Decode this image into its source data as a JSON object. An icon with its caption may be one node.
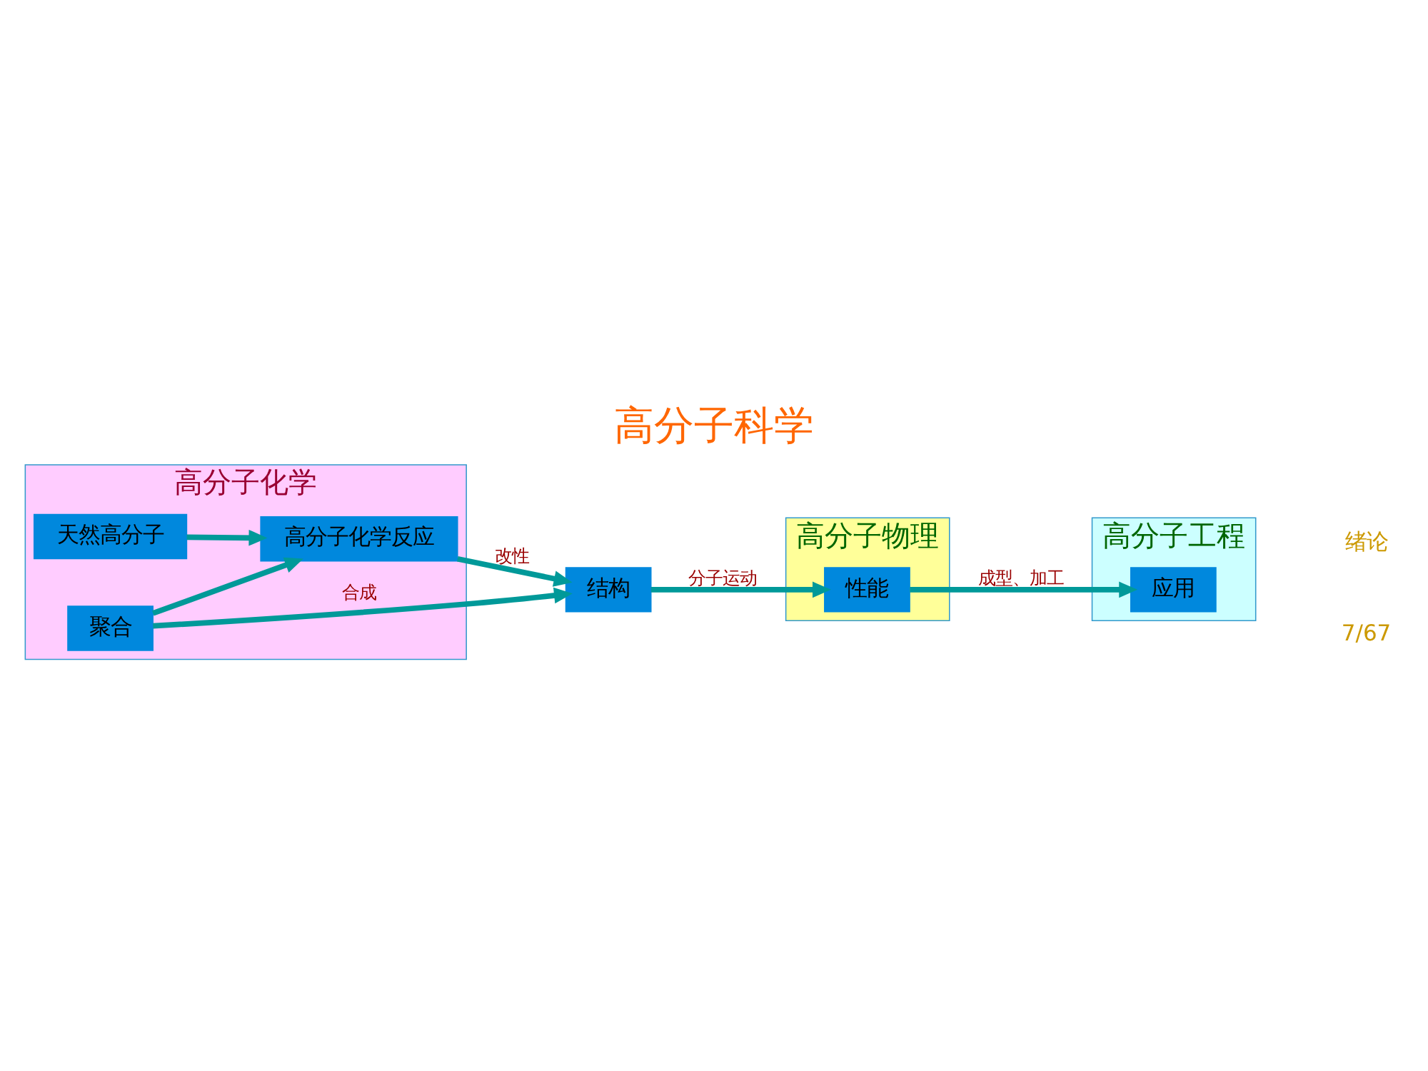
{
  "diagram": {
    "title": "高分子科学",
    "nodes": [
      {
        "text": [
          "高分子化学"
        ]
      },
      {
        "text": [
          "高分子物理"
        ]
      },
      {
        "text": [
          "高分子工程"
        ]
      },
      {
        "text": [
          "聚合"
        ],
        "in": 0
      },
      {
        "text": [
          "结构"
        ]
      },
      {
        "text": [
          "性能"
        ],
        "in": 1
      },
      {
        "text": [
          "高分子化学反应"
        ],
        "in": 0
      },
      {
        "text": [
          "天然高分子"
        ],
        "in": 0
      },
      {
        "text": [
          "应用"
        ],
        "in": 2
      }
    ],
    "edges": [
      {
        "from": 3,
        "to": 4,
        "arrow": "to",
        "label": "合成"
      },
      {
        "from": 4,
        "to": 5,
        "arrow": "to",
        "label": "分子运动"
      },
      {
        "from": 3,
        "to": 6,
        "arrow": "to"
      },
      {
        "from": 7,
        "to": 6,
        "arrow": "to"
      },
      {
        "from": 6,
        "to": 4,
        "arrow": "to",
        "label": "改性"
      },
      {
        "from": 5,
        "to": 8,
        "arrow": "to",
        "label": "成型、加工"
      }
    ],
    "labels": [
      "绪论",
      "7/67"
    ]
  }
}
